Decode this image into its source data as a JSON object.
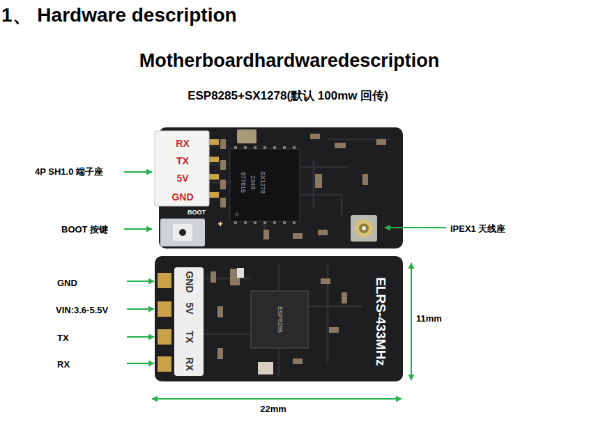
{
  "diagram": {
    "title": "1、 Hardware description",
    "labels": [
      "Motherboardhardwaredescription",
      "ESP8285+SX1278(默认 100mw 回传)",
      "RX",
      "TX",
      "5V",
      "GND",
      "4P SH1.0 端子座",
      "BOOT",
      "+",
      "BOOT 按键",
      "SX1278",
      "2348",
      "877815",
      "IPEX1 天线座",
      "GND",
      "5V",
      "TX",
      "RX",
      "ESP8285",
      "ELRS-433MHz",
      "GND",
      "VIN:3.6-5.5V",
      "TX",
      "RX",
      "11mm",
      "22mm"
    ]
  }
}
